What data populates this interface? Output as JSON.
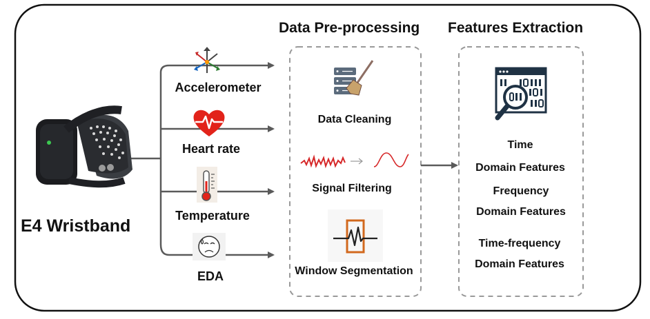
{
  "device": {
    "label": "E4 Wristband"
  },
  "sensors": [
    {
      "label": "Accelerometer",
      "icon": "accelerometer-axes-icon"
    },
    {
      "label": "Heart rate",
      "icon": "heart-pulse-icon"
    },
    {
      "label": "Temperature",
      "icon": "thermometer-icon"
    },
    {
      "label": "EDA",
      "icon": "sweat-face-icon"
    }
  ],
  "preprocessing": {
    "title": "Data Pre-processing",
    "steps": [
      {
        "label": "Data Cleaning",
        "icon": "server-broom-icon"
      },
      {
        "label": "Signal Filtering",
        "icon": "noisy-to-smooth-signal-icon"
      },
      {
        "label": "Window Segmentation",
        "icon": "signal-window-icon"
      }
    ]
  },
  "features": {
    "title": "Features Extraction",
    "icon": "binary-magnifier-icon",
    "groups": [
      {
        "line1": "Time",
        "line2": "Domain Features"
      },
      {
        "line1": "Frequency",
        "line2": "Domain Features"
      },
      {
        "line1": "Time-frequency",
        "line2": "Domain Features"
      }
    ]
  },
  "colors": {
    "heart": "#e2231a",
    "segment_box": "#d2691e",
    "signal": "#d62728",
    "arrow": "#595959",
    "panel_border": "#999999"
  }
}
